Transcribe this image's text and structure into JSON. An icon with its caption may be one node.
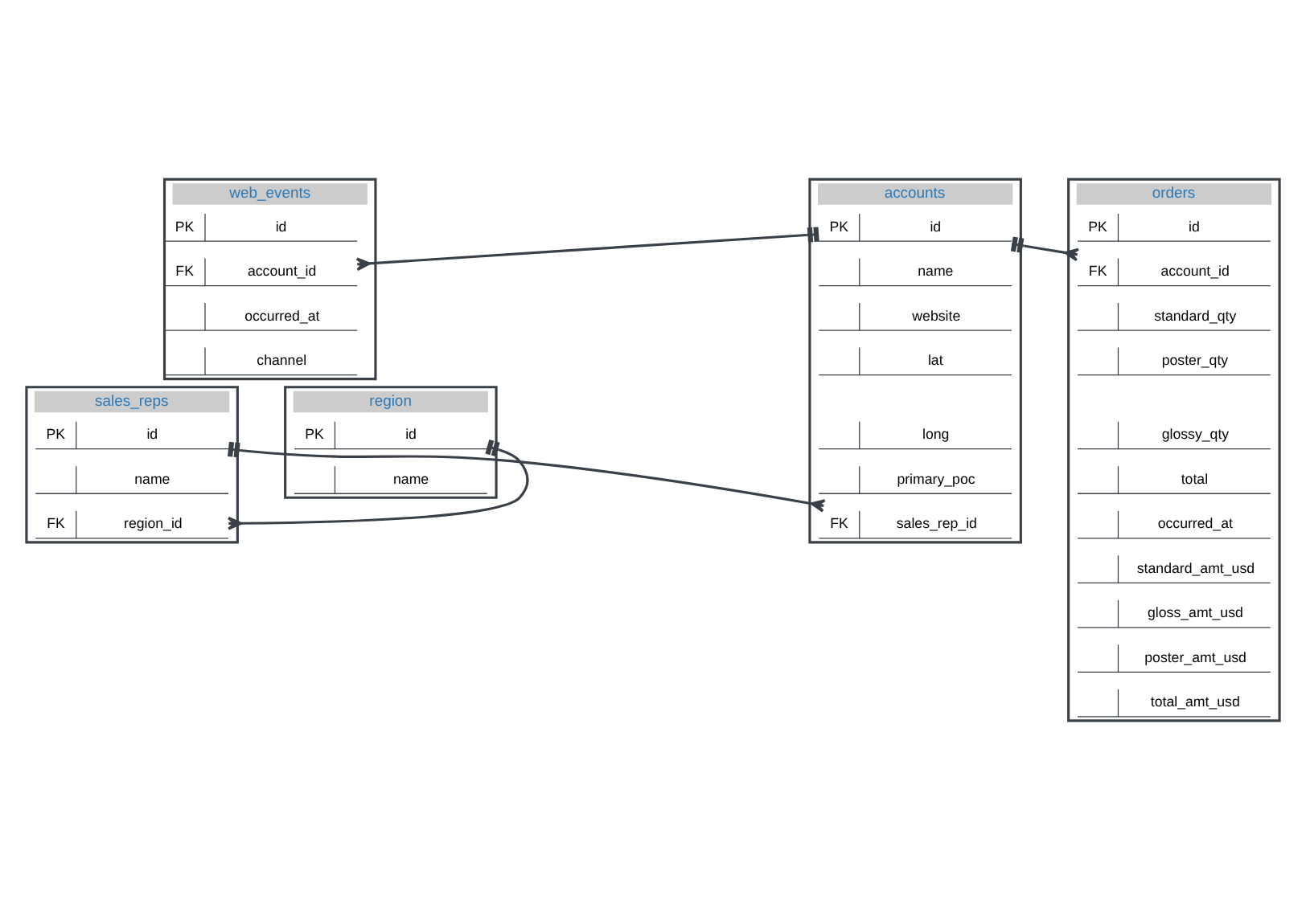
{
  "diagram": {
    "nodes": [
      {
        "text": [
          "web_events"
        ]
      },
      {
        "text": [
          "PK",
          "id"
        ],
        "in": 0
      },
      {
        "text": [
          "FK",
          "account_id"
        ],
        "in": 0
      },
      {
        "text": [
          "occurred_at"
        ],
        "in": 0
      },
      {
        "text": [
          "channel"
        ],
        "in": 0
      },
      {
        "text": [
          "accounts"
        ]
      },
      {
        "text": [
          "PK",
          "id"
        ],
        "in": 5
      },
      {
        "text": [
          "name"
        ],
        "in": 5
      },
      {
        "text": [
          "website"
        ],
        "in": 5
      },
      {
        "text": [
          "lat"
        ],
        "in": 5
      },
      {
        "text": [
          "long"
        ],
        "in": 5
      },
      {
        "text": [
          "primary_poc"
        ],
        "in": 5
      },
      {
        "text": [
          "FK",
          "sales_rep_id"
        ],
        "in": 5
      },
      {
        "text": [
          "orders"
        ]
      },
      {
        "text": [
          "PK",
          "id"
        ],
        "in": 13
      },
      {
        "text": [
          "FK",
          "account_id"
        ],
        "in": 13
      },
      {
        "text": [
          "standard_qty"
        ],
        "in": 13
      },
      {
        "text": [
          "poster_qty"
        ],
        "in": 13
      },
      {
        "text": [
          "glossy_qty"
        ],
        "in": 13
      },
      {
        "text": [
          "total"
        ],
        "in": 13
      },
      {
        "text": [
          "occurred_at"
        ],
        "in": 13
      },
      {
        "text": [
          "standard_amt_usd"
        ],
        "in": 13
      },
      {
        "text": [
          "gloss_amt_usd"
        ],
        "in": 13
      },
      {
        "text": [
          "poster_amt_usd"
        ],
        "in": 13
      },
      {
        "text": [
          "total_amt_usd"
        ],
        "in": 13
      },
      {
        "text": [
          "sales_reps"
        ]
      },
      {
        "text": [
          "PK",
          "id"
        ],
        "in": 25
      },
      {
        "text": [
          "name"
        ],
        "in": 25
      },
      {
        "text": [
          "FK",
          "region_id"
        ],
        "in": 25
      },
      {
        "text": [
          "region"
        ]
      },
      {
        "text": [
          "PK",
          "id"
        ],
        "in": 29
      },
      {
        "text": [
          "name"
        ],
        "in": 29
      }
    ],
    "edges": [
      {
        "from": 2,
        "to": 6,
        "arrow": "other"
      },
      {
        "from": 15,
        "to": 6,
        "arrow": "other"
      },
      {
        "from": 12,
        "to": 26,
        "arrow": "other"
      },
      {
        "from": 28,
        "to": 30,
        "arrow": "other"
      }
    ]
  }
}
